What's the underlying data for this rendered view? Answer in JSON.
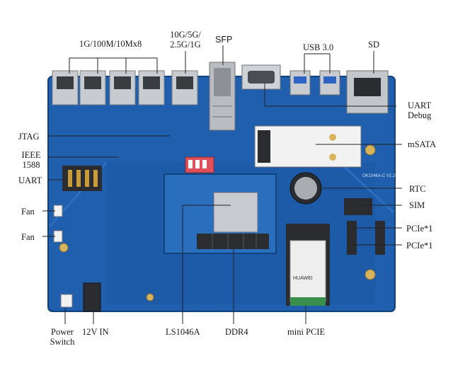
{
  "labels": {
    "ethernet": "1G/100M/10Mx8",
    "tengig_line1": "10G/5G/",
    "tengig_line2": "2.5G/1G",
    "sfp": "SFP",
    "usb": "USB 3.0",
    "sd": "SD",
    "uart_debug_line1": "UART",
    "uart_debug_line2": "Debug",
    "jtag": "JTAG",
    "ieee_line1": "IEEE",
    "ieee_line2": "1588",
    "uart": "UART",
    "fan1": "Fan",
    "fan2": "Fan",
    "msata": "mSATA",
    "rtc": "RTC",
    "sim": "SIM",
    "pcie1": "PCIe*1",
    "pcie2": "PCIe*1",
    "power_line1": "Power",
    "power_line2": "Switch",
    "dc_in": "12V IN",
    "cpu": "LS1046A",
    "ddr": "DDR4",
    "mini_pcie": "mini PCIE"
  },
  "board_silkscreen": {
    "model": "OK1046A-C V1.2",
    "wifi_module": "HUAWEI"
  },
  "colors": {
    "pcb": "#1f5fae",
    "pcb_dark": "#164a8a",
    "pcb_light": "#2f78c7",
    "port_metal": "#c8ccd0",
    "callout": "#222222",
    "accent_red": "#e0505a"
  }
}
